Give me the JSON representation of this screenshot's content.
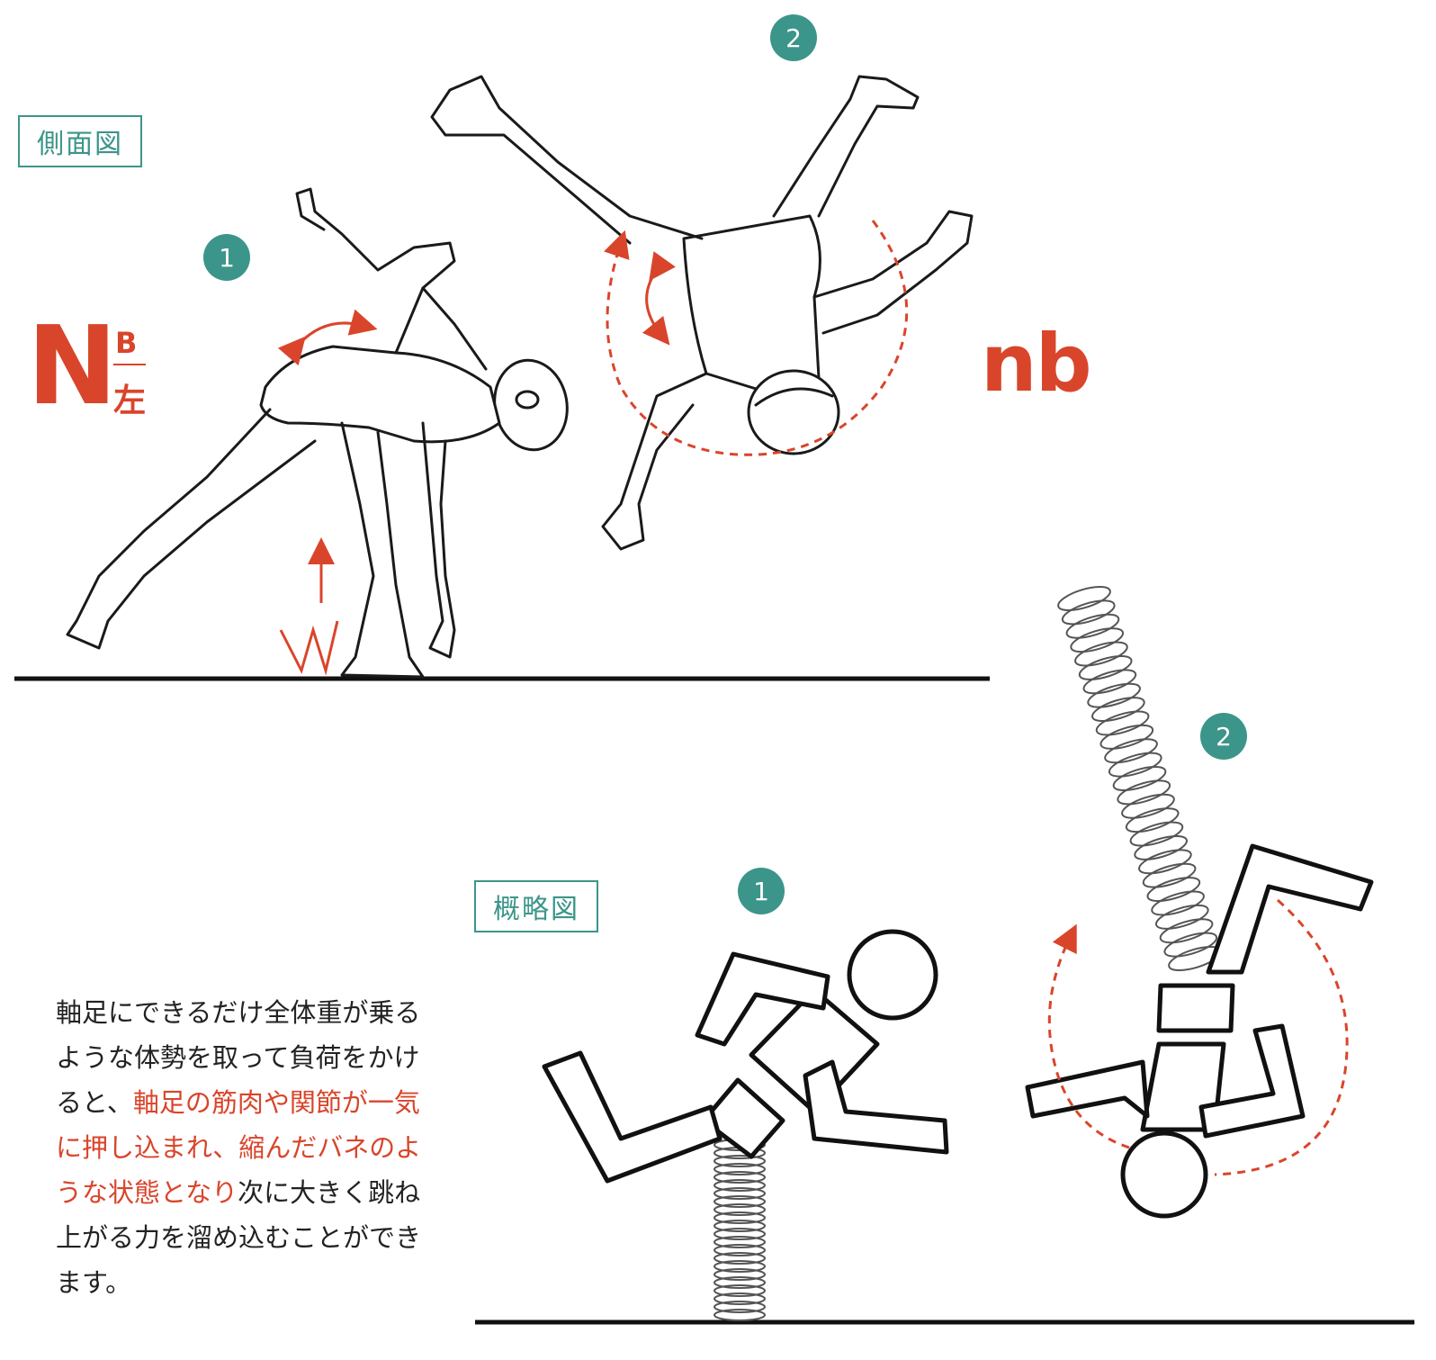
{
  "labels": {
    "side_view": "側面図",
    "schematic": "概略図"
  },
  "badges": {
    "top_1": "1",
    "top_2": "2",
    "bottom_1": "1",
    "bottom_2": "2"
  },
  "notation": {
    "large_letter": "N",
    "superscript": "B",
    "subscript": "左",
    "word": "nb"
  },
  "caption": {
    "part1": "軸足にできるだけ全体重が乗るような体勢を取って負荷をかけると、",
    "highlight": "軸足の筋肉や関節が一気に押し込まれ、縮んだバネのような状態となり",
    "part2": "次に大きく跳ね上がる力を溜め込むことができます。"
  },
  "colors": {
    "accent_teal": "#3c958a",
    "accent_red": "#d9452b",
    "highlight_blue": "#a9d4ec",
    "highlight_pink": "#e58a93"
  }
}
